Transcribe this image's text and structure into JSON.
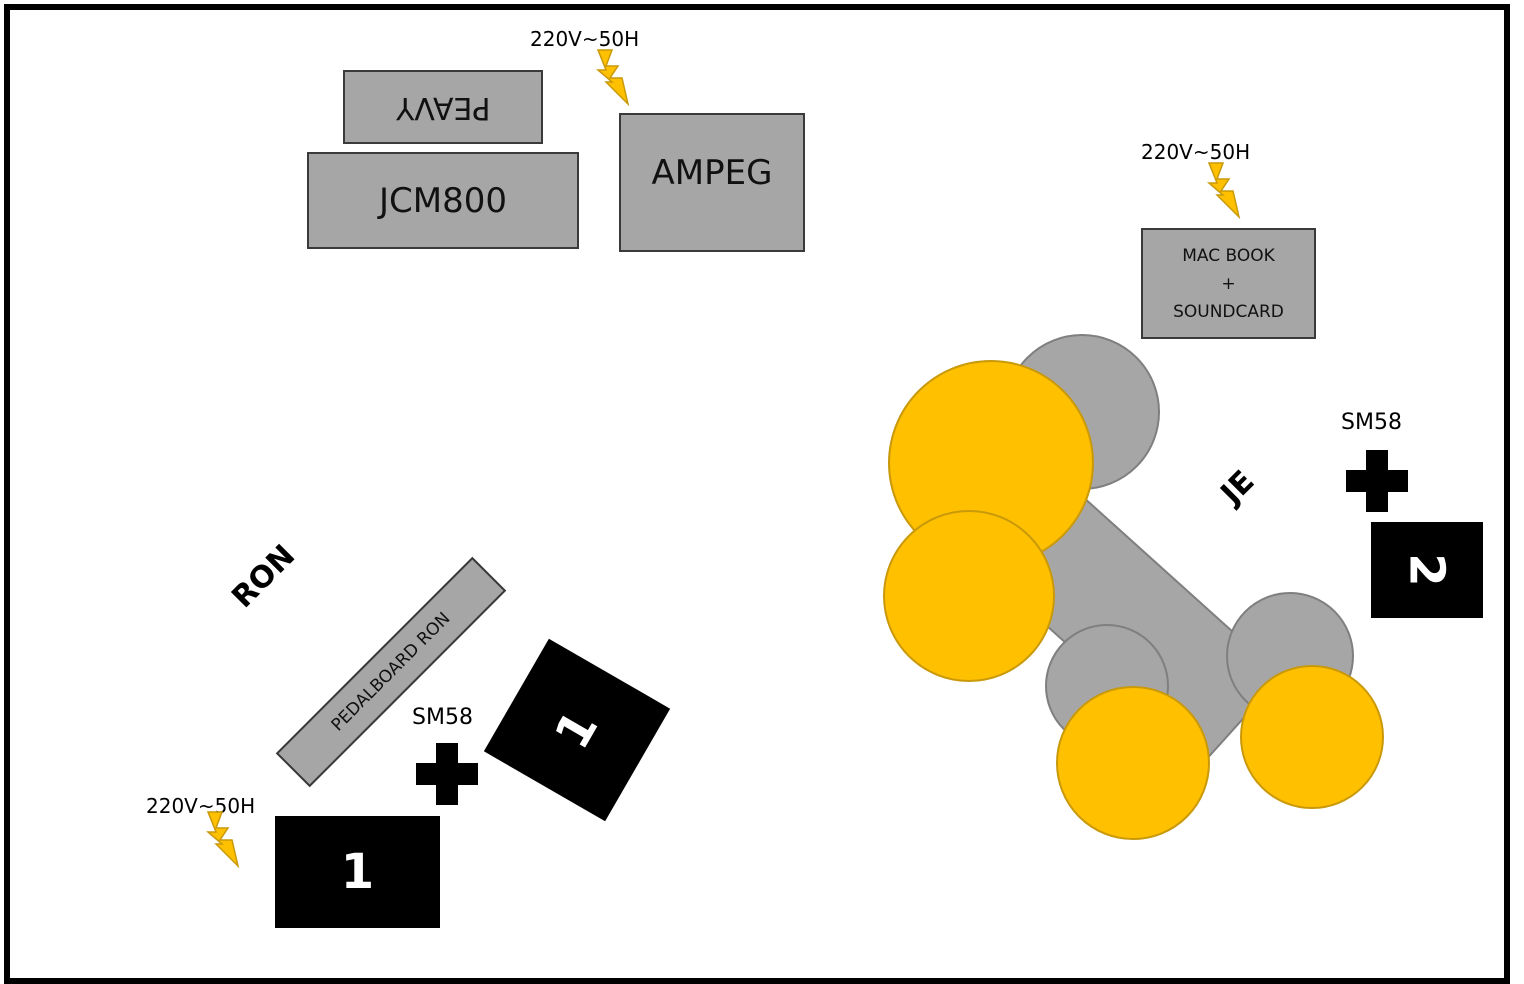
{
  "power": {
    "top": "220V~50H",
    "right": "220V~50H",
    "left": "220V~50H"
  },
  "amps": {
    "peavy": "PEAVY",
    "jcm800": "JCM800",
    "ampeg": "AMPEG"
  },
  "computer": {
    "line1": "MAC BOOK",
    "line2": "+",
    "line3": "SOUNDCARD"
  },
  "mics": {
    "left": "SM58",
    "right": "SM58"
  },
  "musicians": {
    "left": "RON",
    "right": "JE"
  },
  "pedalboard": "PEDALBOARD RON",
  "monitors": {
    "left_front": "1",
    "left_angled": "1",
    "right": "2"
  },
  "colors": {
    "equipment": "#a6a6a6",
    "cymbal": "#ffc000",
    "monitor": "#000000",
    "bolt": "#ffc000"
  }
}
